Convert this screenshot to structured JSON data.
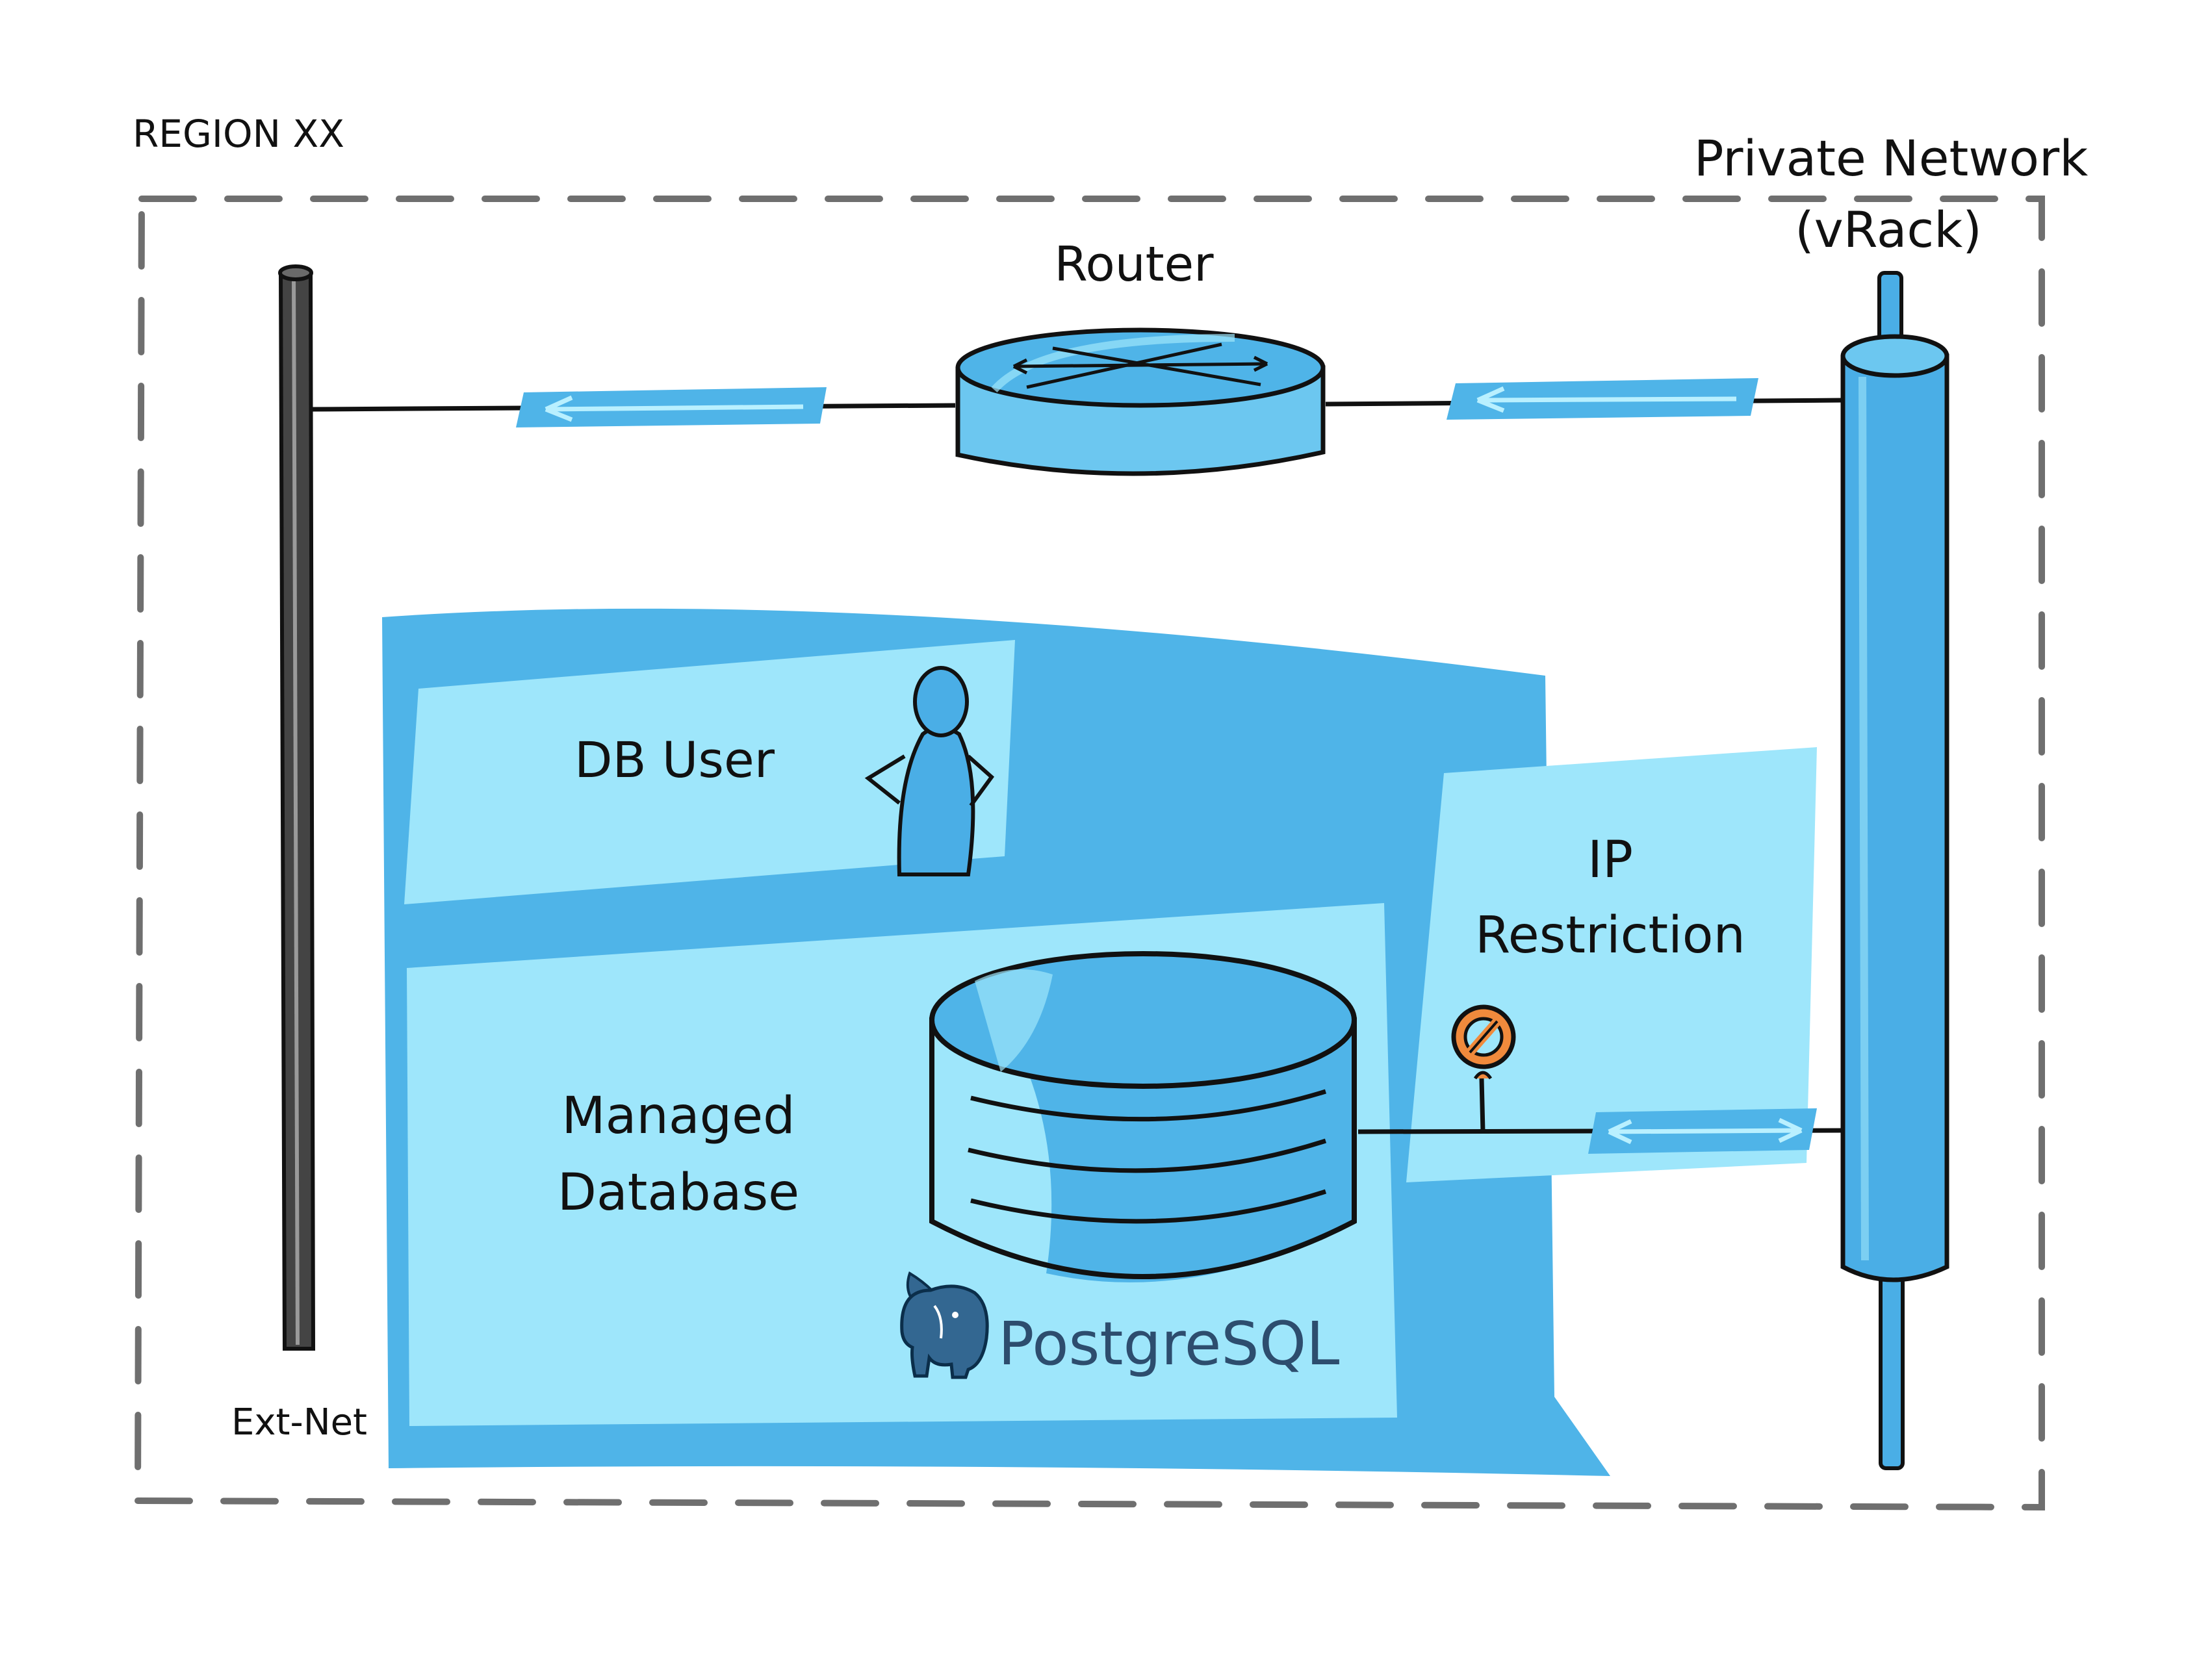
{
  "region": {
    "label": "REGION XX"
  },
  "labels": {
    "router": "Router",
    "private_network_line1": "Private Network",
    "private_network_line2": "(vRack)",
    "db_user": "DB User",
    "managed_database_line1": "Managed",
    "managed_database_line2": "Database",
    "ip_restriction_line1": "IP",
    "ip_restriction_line2": "Restriction",
    "ext_net": "Ext-Net",
    "postgresql_logo": "PostgreSQL"
  },
  "icons": {
    "router": "router-icon",
    "database": "database-cylinder-icon",
    "user": "user-figure-icon",
    "no_entry": "no-entry-icon",
    "postgresql": "postgresql-elephant-icon",
    "ext_net_pole": "ext-net-pole-icon",
    "vrack_tube": "vrack-tube-icon"
  },
  "colors": {
    "panel_dark": "#4fb4e8",
    "panel_light": "#9ee6fb",
    "router_fill": "#6cc7f0",
    "vrack_fill": "#4aaee6",
    "arrow_tag": "#4fb4e8",
    "arrow_line": "#b9f0ff",
    "no_entry": "#f08a3c",
    "outline": "#111111",
    "dash_border": "#6f6f6f",
    "ext_net_pole": "#444444"
  }
}
